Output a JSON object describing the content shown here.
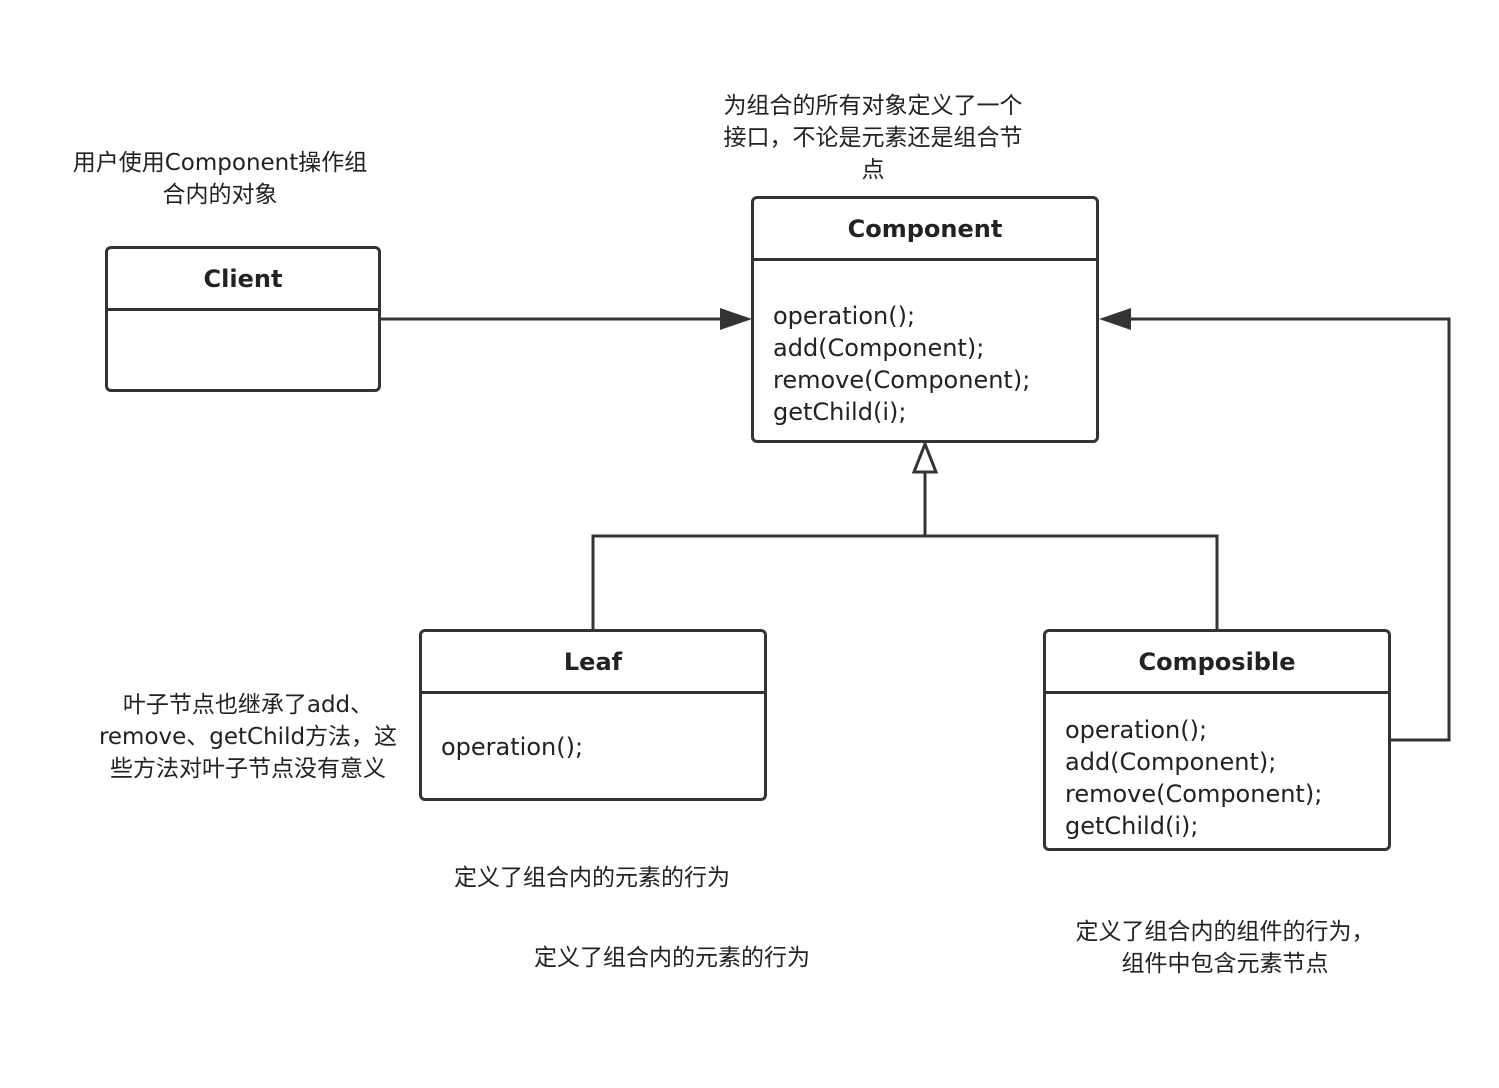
{
  "classes": {
    "client": {
      "name": "Client",
      "methods": []
    },
    "component": {
      "name": "Component",
      "methods": [
        "operation();",
        "add(Component);",
        "remove(Component);",
        "getChild(i);"
      ]
    },
    "leaf": {
      "name": "Leaf",
      "methods": [
        "operation();"
      ]
    },
    "composible": {
      "name": "Composible",
      "methods": [
        "operation();",
        "add(Component);",
        "remove(Component);",
        "getChild(i);"
      ]
    }
  },
  "notes": {
    "client": [
      "用户使用Component操作组",
      "合内的对象"
    ],
    "component": [
      "为组合的所有对象定义了一个",
      "接口，不论是元素还是组合节",
      "点"
    ],
    "leaf_side": [
      "叶子节点也继承了add、",
      "remove、getChild方法，这",
      "些方法对叶子节点没有意义"
    ],
    "leaf_below_1": [
      "定义了组合内的元素的行为"
    ],
    "leaf_below_2": [
      "定义了组合内的元素的行为"
    ],
    "composible_below": [
      "定义了组合内的组件的行为，",
      "组件中包含元素节点"
    ]
  },
  "colors": {
    "stroke": "#333333",
    "text": "#222222",
    "background": "#ffffff"
  }
}
